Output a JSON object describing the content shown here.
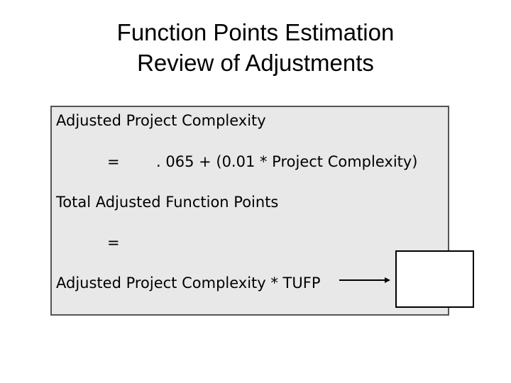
{
  "slide": {
    "title_line1": "Function Points Estimation",
    "title_line2": "Review of Adjustments"
  },
  "panel": {
    "heading1": "Adjusted Project Complexity",
    "equals1": "=",
    "formula1": ". 065  +  (0.01 *  Project Complexity)",
    "heading2": "Total Adjusted Function Points",
    "equals2": "=",
    "formula2": "Adjusted Project Complexity  *  TUFP"
  },
  "result_box": {
    "value": ""
  }
}
